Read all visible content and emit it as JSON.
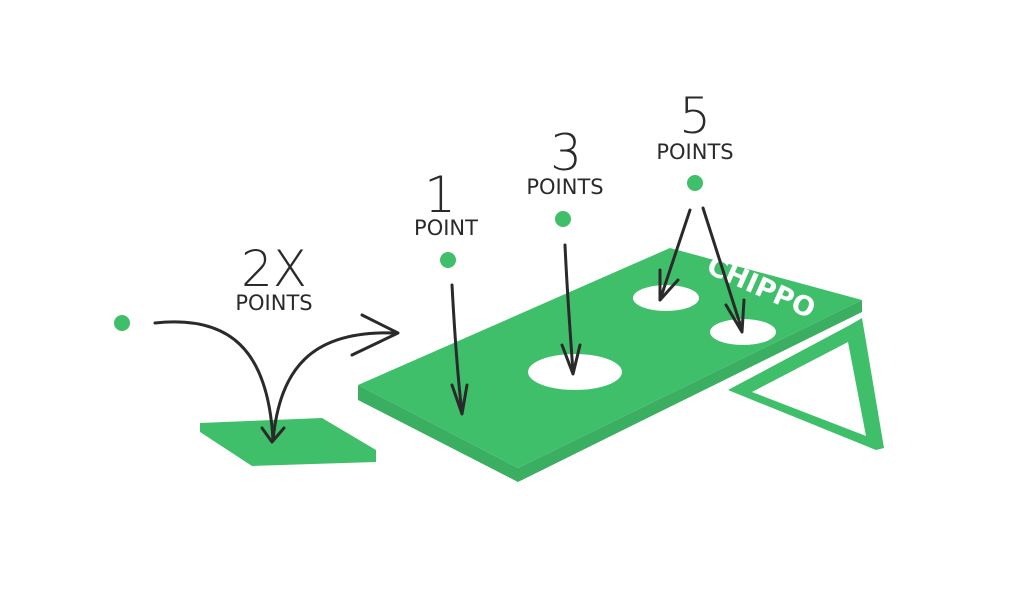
{
  "colors": {
    "green": "#40bf6b",
    "ink": "#2b2a2a",
    "background": "#ffffff"
  },
  "labels": {
    "double": {
      "value": "2X",
      "unit": "POINTS"
    },
    "one": {
      "value": "1",
      "unit": "POINT"
    },
    "three": {
      "value": "3",
      "unit": "POINTS"
    },
    "five": {
      "value": "5",
      "unit": "POINTS"
    }
  },
  "board": {
    "brand": "CHIPPO"
  }
}
